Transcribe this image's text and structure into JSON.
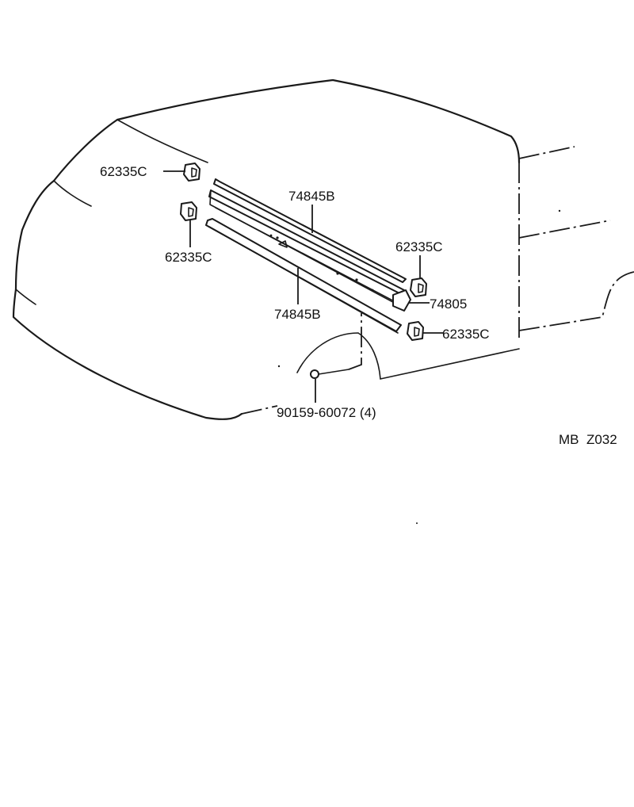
{
  "callouts": {
    "clip_top_left": "62335C",
    "clip_left": "62335C",
    "clip_right_upper": "62335C",
    "clip_right_lower": "62335C",
    "molding_upper": "74845B",
    "molding_lower": "74845B",
    "bracket": "74805",
    "screw": "90159-60072 (4)"
  },
  "diagram_code": "MB  Z032",
  "icons": [
    "clip-icon",
    "screw-icon",
    "molding-icon"
  ]
}
